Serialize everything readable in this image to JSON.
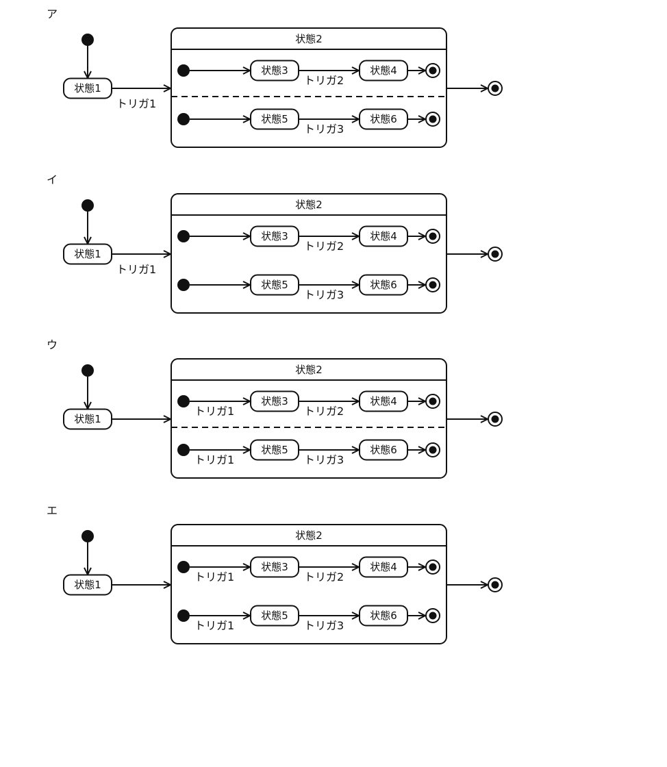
{
  "options": [
    {
      "label": "ア",
      "outer_state": "状態1",
      "outer_trigger": "トリガ1",
      "composite_title": "状態2",
      "dashed_separator": true,
      "regions": [
        {
          "entry_trigger": "",
          "state_a": "状態3",
          "trigger": "トリガ2",
          "state_b": "状態4"
        },
        {
          "entry_trigger": "",
          "state_a": "状態5",
          "trigger": "トリガ3",
          "state_b": "状態6"
        }
      ]
    },
    {
      "label": "イ",
      "outer_state": "状態1",
      "outer_trigger": "トリガ1",
      "composite_title": "状態2",
      "dashed_separator": false,
      "regions": [
        {
          "entry_trigger": "",
          "state_a": "状態3",
          "trigger": "トリガ2",
          "state_b": "状態4"
        },
        {
          "entry_trigger": "",
          "state_a": "状態5",
          "trigger": "トリガ3",
          "state_b": "状態6"
        }
      ]
    },
    {
      "label": "ウ",
      "outer_state": "状態1",
      "outer_trigger": "",
      "composite_title": "状態2",
      "dashed_separator": true,
      "regions": [
        {
          "entry_trigger": "トリガ1",
          "state_a": "状態3",
          "trigger": "トリガ2",
          "state_b": "状態4"
        },
        {
          "entry_trigger": "トリガ1",
          "state_a": "状態5",
          "trigger": "トリガ3",
          "state_b": "状態6"
        }
      ]
    },
    {
      "label": "エ",
      "outer_state": "状態1",
      "outer_trigger": "",
      "composite_title": "状態2",
      "dashed_separator": false,
      "regions": [
        {
          "entry_trigger": "トリガ1",
          "state_a": "状態3",
          "trigger": "トリガ2",
          "state_b": "状態4"
        },
        {
          "entry_trigger": "トリガ1",
          "state_a": "状態5",
          "trigger": "トリガ3",
          "state_b": "状態6"
        }
      ]
    }
  ]
}
